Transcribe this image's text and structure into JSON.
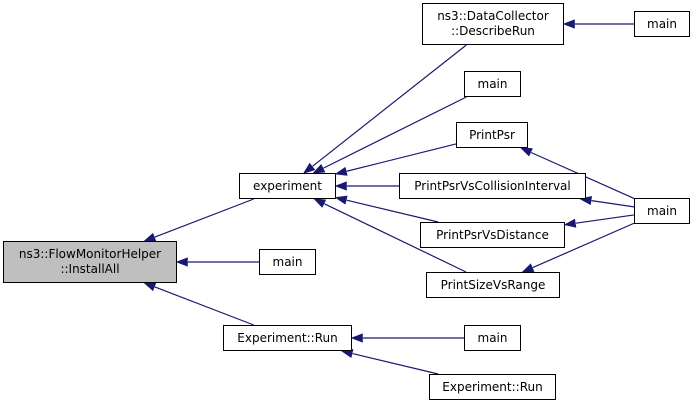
{
  "colors": {
    "edge": "#191970",
    "node_border": "#000000",
    "current_node_fill": "#bfbfbf",
    "node_fill": "#ffffff"
  },
  "nodes": {
    "install_all": {
      "lines": [
        "ns3::FlowMonitorHelper",
        "::InstallAll"
      ],
      "current": true
    },
    "experiment": {
      "lines": [
        "experiment"
      ]
    },
    "main_install": {
      "lines": [
        "main"
      ]
    },
    "experiment_run": {
      "lines": [
        "Experiment::Run"
      ]
    },
    "describe_run": {
      "lines": [
        "ns3::DataCollector",
        "::DescribeRun"
      ]
    },
    "main_describe": {
      "lines": [
        "main"
      ]
    },
    "main_exp": {
      "lines": [
        "main"
      ]
    },
    "print_psr": {
      "lines": [
        "PrintPsr"
      ]
    },
    "print_collision": {
      "lines": [
        "PrintPsrVsCollisionInterval"
      ]
    },
    "print_distance": {
      "lines": [
        "PrintPsrVsDistance"
      ]
    },
    "print_size": {
      "lines": [
        "PrintSizeVsRange"
      ]
    },
    "main_print": {
      "lines": [
        "main"
      ]
    },
    "main_run": {
      "lines": [
        "main"
      ]
    },
    "experiment_run2": {
      "lines": [
        "Experiment::Run"
      ]
    }
  },
  "edges": [
    {
      "from": "experiment",
      "to": "install_all"
    },
    {
      "from": "main_install",
      "to": "install_all"
    },
    {
      "from": "experiment_run",
      "to": "install_all"
    },
    {
      "from": "describe_run",
      "to": "experiment"
    },
    {
      "from": "main_exp",
      "to": "experiment"
    },
    {
      "from": "print_psr",
      "to": "experiment"
    },
    {
      "from": "print_collision",
      "to": "experiment"
    },
    {
      "from": "print_distance",
      "to": "experiment"
    },
    {
      "from": "print_size",
      "to": "experiment"
    },
    {
      "from": "main_describe",
      "to": "describe_run"
    },
    {
      "from": "main_print",
      "to": "print_psr"
    },
    {
      "from": "main_print",
      "to": "print_collision"
    },
    {
      "from": "main_print",
      "to": "print_distance"
    },
    {
      "from": "main_print",
      "to": "print_size"
    },
    {
      "from": "main_run",
      "to": "experiment_run"
    },
    {
      "from": "experiment_run2",
      "to": "experiment_run"
    }
  ]
}
